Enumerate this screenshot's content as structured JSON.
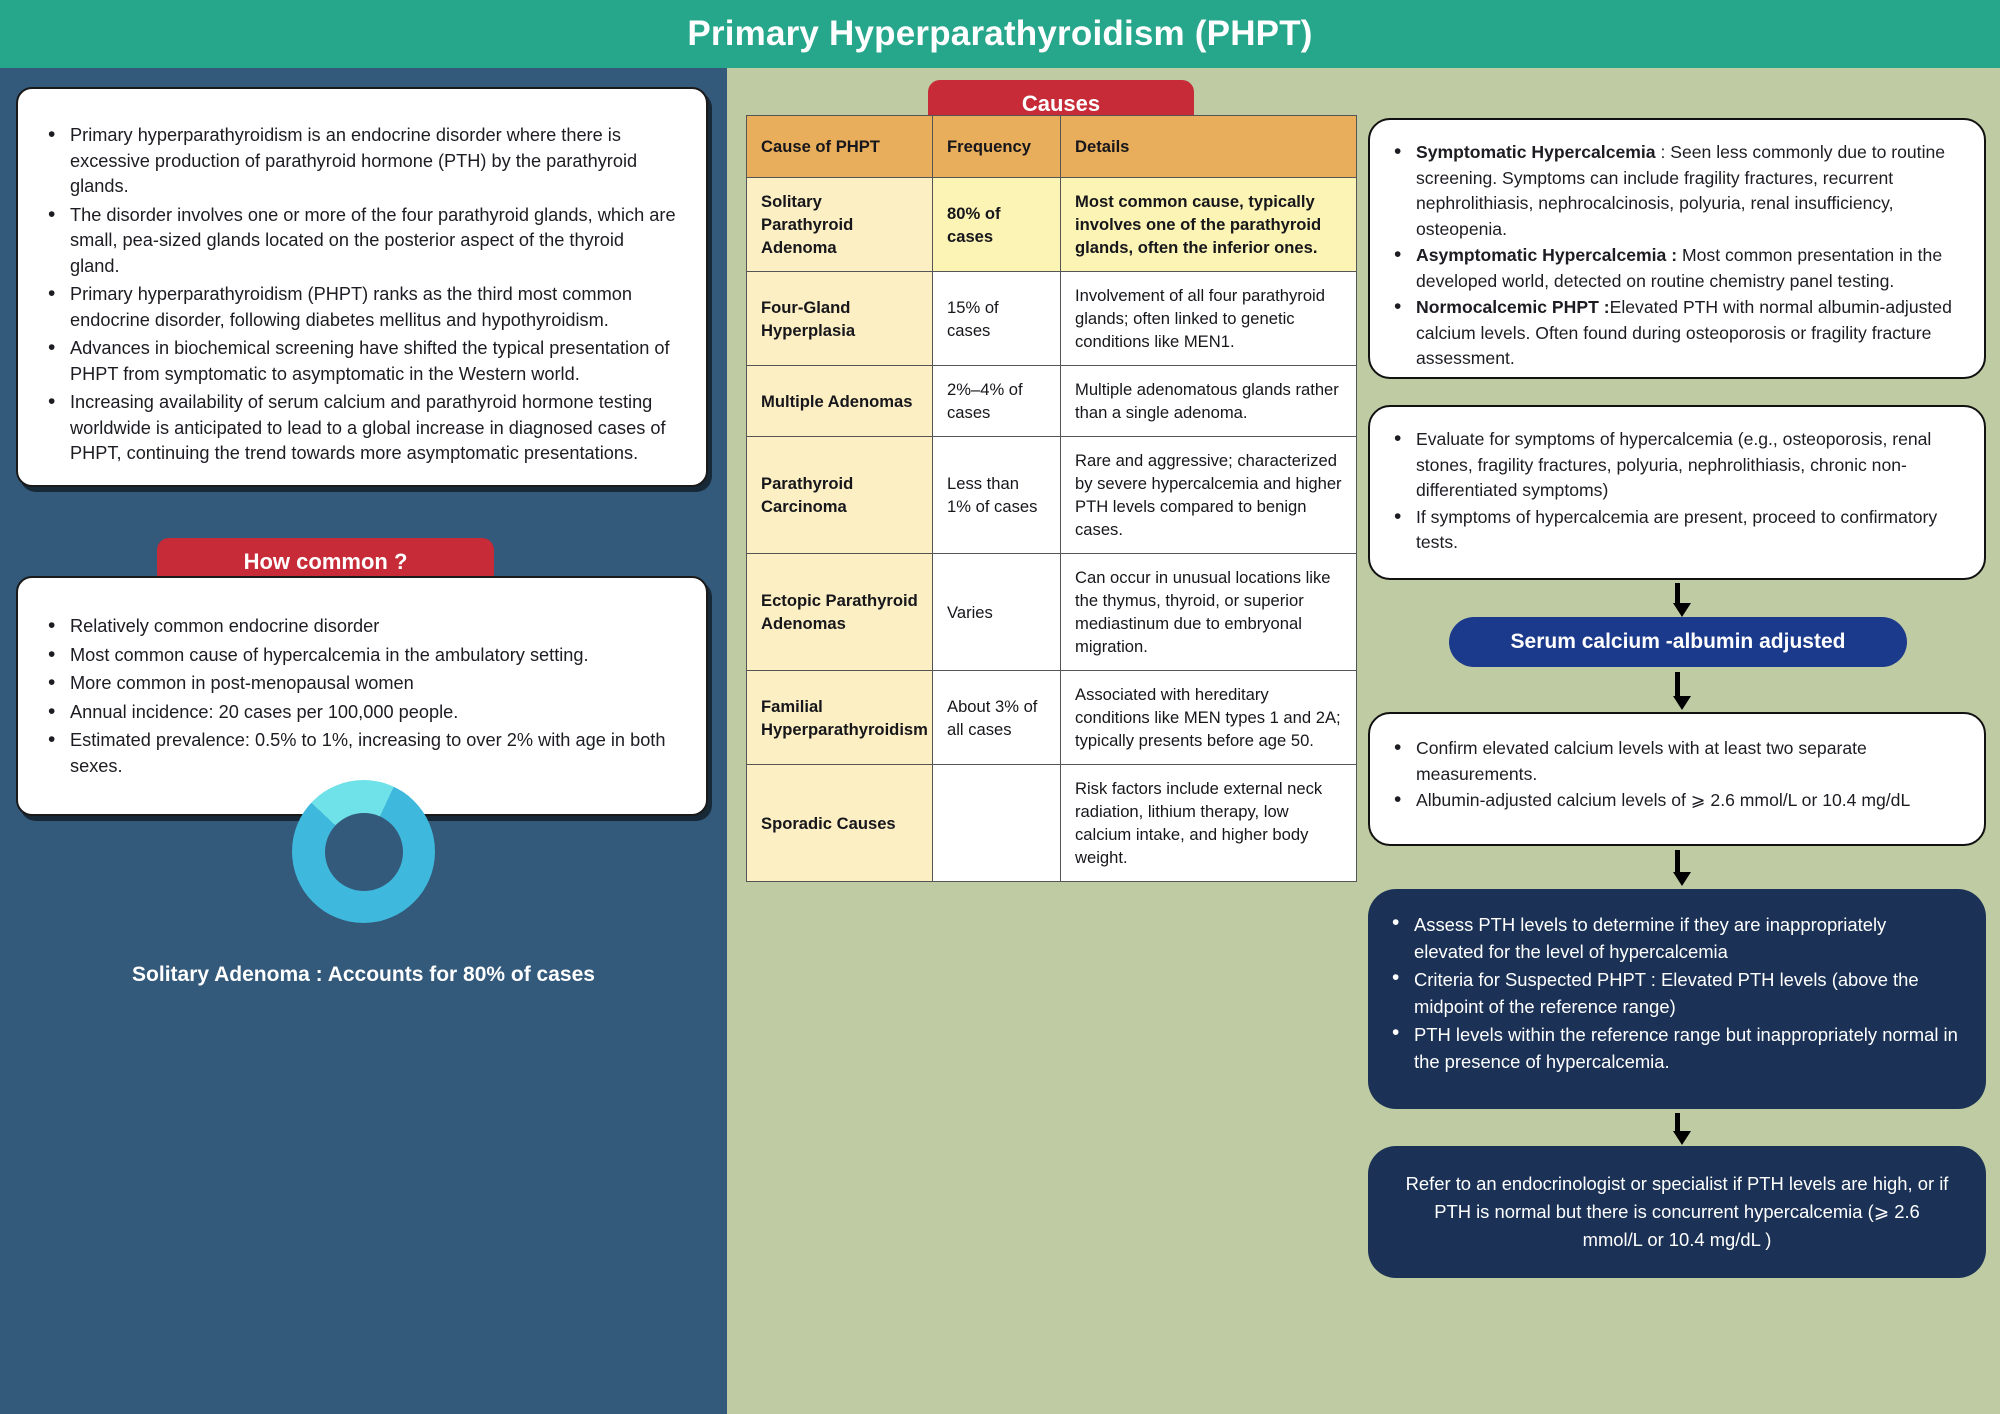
{
  "header": {
    "title": "Primary Hyperparathyroidism (PHPT)"
  },
  "colors": {
    "header_teal": "#26A68B",
    "left_panel_blue": "#33597B",
    "sage_background": "#BFCBA2",
    "badge_red": "#C62B37",
    "table_header_orange": "#E8AE5B",
    "table_cause_cream": "#FBEFC3",
    "table_highlight_yellow": "#FBF4B4",
    "navy_card": "#1B3256",
    "serum_badge_blue": "#1B3A8C",
    "donut_primary": "#3EB8DC",
    "donut_secondary": "#6FE1E8"
  },
  "left": {
    "overview_bullets": [
      "Primary hyperparathyroidism is an endocrine disorder where there is excessive production of parathyroid hormone (PTH) by the parathyroid glands.",
      "The disorder involves one or more of the four parathyroid glands, which are small, pea-sized glands located on the posterior aspect of the thyroid gland.",
      "Primary hyperparathyroidism (PHPT) ranks as the third most common endocrine disorder, following diabetes mellitus and hypothyroidism.",
      "Advances in biochemical screening have shifted the typical presentation of PHPT from symptomatic to asymptomatic in the Western world.",
      "Increasing availability of serum calcium and parathyroid hormone testing worldwide is anticipated to lead to a global increase in diagnosed cases of PHPT, continuing the trend towards more asymptomatic presentations."
    ],
    "how_common_label": "How common ?",
    "how_common_bullets": [
      "Relatively common endocrine disorder",
      "Most common cause of hypercalcemia in the ambulatory setting.",
      "More common in post-menopausal women",
      "Annual incidence: 20 cases per 100,000 people.",
      "Estimated prevalence: 0.5% to 1%, increasing to over 2% with age in both sexes."
    ],
    "donut_caption": "Solitary Adenoma : Accounts for 80% of cases"
  },
  "chart_data": {
    "type": "pie",
    "title": "Solitary Adenoma : Accounts for 80% of cases",
    "categories": [
      "Solitary Adenoma",
      "Other causes"
    ],
    "values": [
      80,
      20
    ],
    "unit": "% of cases",
    "colors": [
      "#3EB8DC",
      "#6FE1E8"
    ],
    "donut": true,
    "legend": "none"
  },
  "causes": {
    "badge_label": "Causes",
    "columns": [
      "Cause of PHPT",
      "Frequency",
      "Details"
    ],
    "rows": [
      {
        "cause": "Solitary Parathyroid Adenoma",
        "frequency": "80% of cases",
        "details": "Most common cause, typically involves one of the parathyroid glands, often the inferior ones.",
        "highlight": true
      },
      {
        "cause": "Four-Gland Hyperplasia",
        "frequency": "15% of cases",
        "details": "Involvement of all four parathyroid glands; often linked to genetic conditions like MEN1.",
        "highlight": false
      },
      {
        "cause": "Multiple Adenomas",
        "frequency": "2%–4% of cases",
        "details": "Multiple adenomatous glands rather than a single adenoma.",
        "highlight": false
      },
      {
        "cause": "Parathyroid Carcinoma",
        "frequency": "Less than 1% of cases",
        "details": "Rare and aggressive; characterized by severe hypercalcemia and higher PTH levels compared to benign cases.",
        "highlight": false
      },
      {
        "cause": "Ectopic Parathyroid Adenomas",
        "frequency": "Varies",
        "details": "Can occur in unusual locations like the thymus, thyroid, or superior mediastinum due to embryonal migration.",
        "highlight": false
      },
      {
        "cause": "Familial Hyperparathyroidism",
        "frequency": "About 3% of all cases",
        "details": "Associated with hereditary conditions like MEN types 1 and 2A; typically presents before age 50.",
        "highlight": false
      },
      {
        "cause": "Sporadic Causes",
        "frequency": "",
        "details": "Risk factors include external neck radiation, lithium therapy, low calcium intake, and higher body weight.",
        "highlight": false
      }
    ]
  },
  "right": {
    "presentation_bullets": [
      {
        "lead": "Symptomatic Hypercalcemia",
        "text": " : Seen less commonly due to routine screening. Symptoms can include fragility fractures, recurrent nephrolithiasis, nephrocalcinosis, polyuria, renal insufficiency, osteopenia."
      },
      {
        "lead": "Asymptomatic Hypercalcemia :",
        "text": " Most common presentation in the developed world, detected on routine chemistry panel testing."
      },
      {
        "lead": "Normocalcemic PHPT :",
        "text": "Elevated PTH with normal albumin-adjusted calcium levels. Often found during osteoporosis or fragility fracture assessment."
      }
    ],
    "evaluate_bullets": [
      "Evaluate for symptoms of hypercalcemia (e.g., osteoporosis, renal stones, fragility fractures, polyuria, nephrolithiasis, chronic non-differentiated symptoms)",
      "If symptoms of hypercalcemia are present, proceed to confirmatory tests."
    ],
    "serum_badge_label": "Serum calcium -albumin adjusted",
    "confirm_bullets": [
      "Confirm elevated calcium levels with at least two separate measurements.",
      "Albumin-adjusted calcium levels of ⩾ 2.6 mmol/L or  10.4 mg/dL"
    ],
    "pth_bullets": [
      "Assess PTH levels to determine if they are inappropriately elevated for the level of hypercalcemia",
      "Criteria for Suspected PHPT : Elevated PTH levels (above the midpoint of the reference range)",
      "PTH levels within the reference range but inappropriately normal in the presence of hypercalcemia."
    ],
    "referral_text": "Refer to an endocrinologist or specialist if PTH levels are high, or if PTH is normal but there is concurrent hypercalcemia (⩾ 2.6 mmol/L or 10.4 mg/dL )"
  }
}
